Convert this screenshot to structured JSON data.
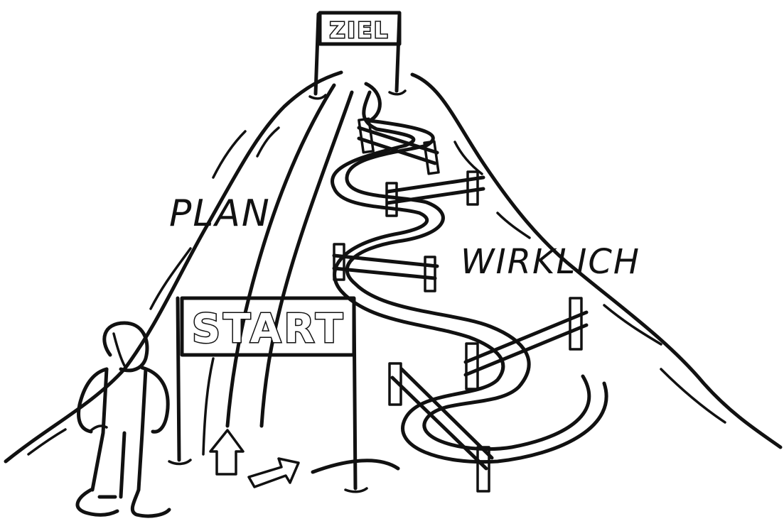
{
  "illustration": {
    "goal_sign": "ZIEL",
    "start_sign": "START",
    "plan_label": "PLAN",
    "reality_label": "WIRKLICH"
  },
  "colors": {
    "ink": "#111111",
    "background": "#ffffff"
  },
  "icons": {
    "person": "person-figure",
    "arrows": [
      "up-arrow",
      "diagonal-arrow"
    ],
    "fences": "fence-barrier"
  }
}
